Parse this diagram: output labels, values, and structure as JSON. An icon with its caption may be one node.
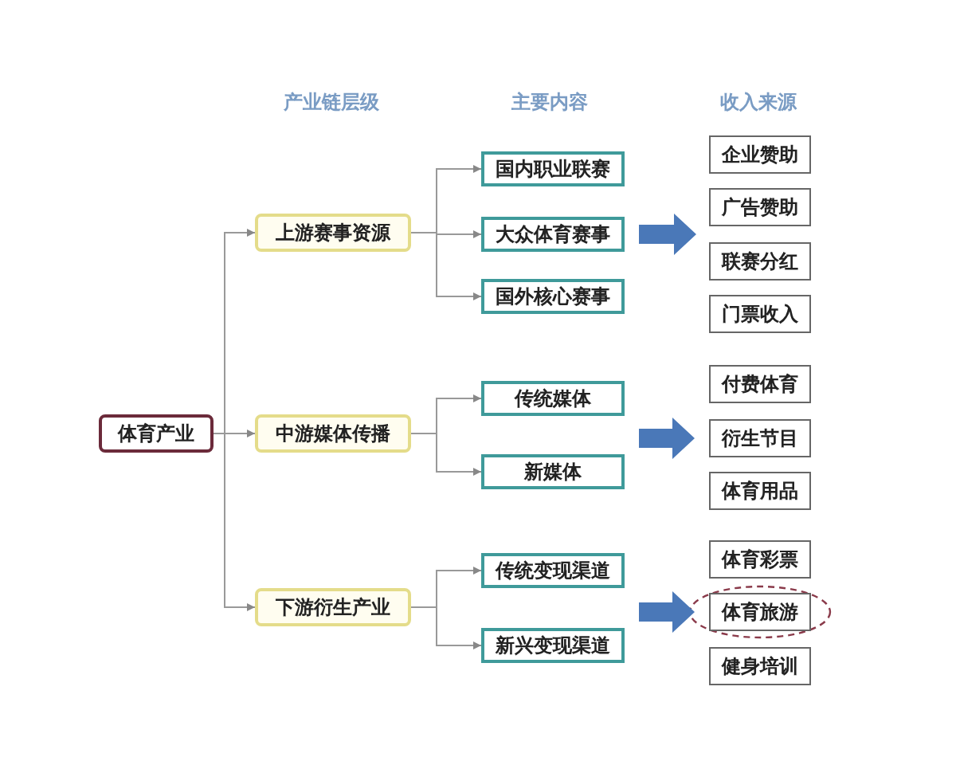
{
  "diagram": {
    "nodes": [
      {
        "text": [
          "体育产业"
        ]
      },
      {
        "text": [
          "上游赛事资源"
        ]
      },
      {
        "text": [
          "中游媒体传播"
        ]
      },
      {
        "text": [
          "下游衍生产业"
        ]
      },
      {
        "text": [
          "国内职业联赛"
        ]
      },
      {
        "text": [
          "大众体育赛事"
        ]
      },
      {
        "text": [
          "国外核心赛事"
        ]
      },
      {
        "text": [
          "传统媒体"
        ]
      },
      {
        "text": [
          "新媒体"
        ]
      },
      {
        "text": [
          "传统变现渠道"
        ]
      },
      {
        "text": [
          "新兴变现渠道"
        ]
      },
      {
        "text": [
          "企业赞助"
        ]
      },
      {
        "text": [
          "广告赞助"
        ]
      },
      {
        "text": [
          "联赛分红"
        ]
      },
      {
        "text": [
          "门票收入"
        ]
      },
      {
        "text": [
          "付费体育"
        ]
      },
      {
        "text": [
          "衍生节目"
        ]
      },
      {
        "text": [
          "体育用品"
        ]
      },
      {
        "text": [
          "体育彩票"
        ]
      },
      {
        "text": [
          "体育旅游"
        ]
      },
      {
        "text": [
          "健身培训"
        ]
      }
    ],
    "edges": [
      {
        "from": 0,
        "to": 1,
        "arrow": "to"
      },
      {
        "from": 0,
        "to": 2,
        "arrow": "to"
      },
      {
        "from": 0,
        "to": 3,
        "arrow": "to"
      },
      {
        "from": 1,
        "to": 4,
        "arrow": "to"
      },
      {
        "from": 1,
        "to": 5,
        "arrow": "to"
      },
      {
        "from": 1,
        "to": 6,
        "arrow": "to"
      },
      {
        "from": 2,
        "to": 7,
        "arrow": "to"
      },
      {
        "from": 2,
        "to": 8,
        "arrow": "to"
      },
      {
        "from": 3,
        "to": 9,
        "arrow": "to"
      },
      {
        "from": 3,
        "to": 10,
        "arrow": "to"
      },
      {
        "from": 5,
        "to": null,
        "arrow": "to",
        "style": "thick",
        "color": "#4a78b8"
      },
      {
        "from": null,
        "to": 16,
        "arrow": "to",
        "style": "thick",
        "color": "#4a78b8"
      },
      {
        "from": null,
        "to": 19,
        "arrow": "to",
        "style": "thick",
        "color": "#4a78b8"
      }
    ],
    "labels": [
      "产业链层级",
      "主要内容",
      "收入来源"
    ]
  }
}
